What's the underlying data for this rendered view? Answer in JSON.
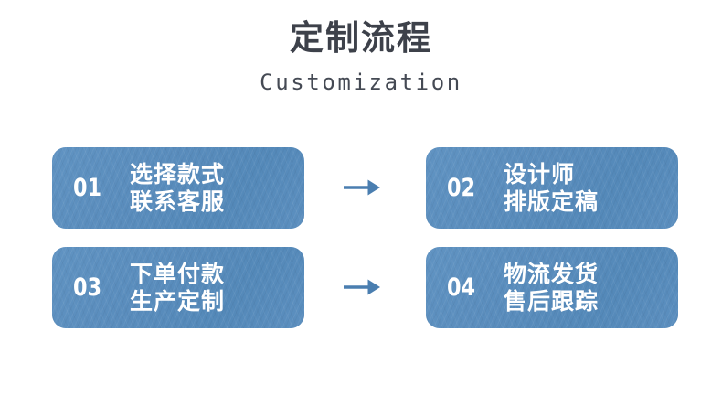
{
  "header": {
    "title": "定制流程",
    "subtitle": "Customization"
  },
  "colors": {
    "box_fill": "#5a8dbd",
    "arrow": "#4a7eb0",
    "title_text": "#3d414a",
    "box_text": "#ffffff",
    "page_background": "#ffffff"
  },
  "flow": {
    "steps": [
      {
        "number": "01",
        "line1": "选择款式",
        "line2": "联系客服"
      },
      {
        "number": "02",
        "line1": "设计师",
        "line2": "排版定稿"
      },
      {
        "number": "03",
        "line1": "下单付款",
        "line2": "生产定制"
      },
      {
        "number": "04",
        "line1": "物流发货",
        "line2": "售后跟踪"
      }
    ],
    "arrows": [
      {
        "direction": "right"
      },
      {
        "direction": "right"
      }
    ]
  }
}
